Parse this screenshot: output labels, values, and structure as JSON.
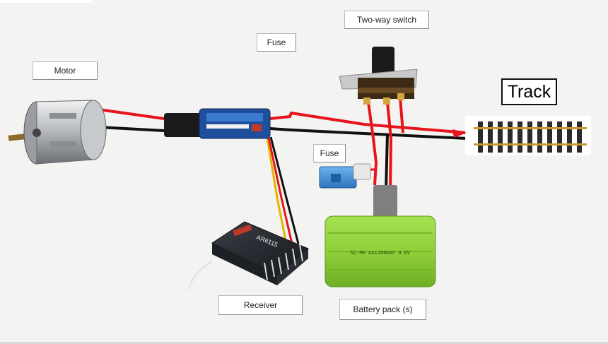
{
  "labels": {
    "motor": "Motor",
    "fuse_top": "Fuse",
    "switch": "Two-way switch",
    "track": "Track",
    "fuse_mid": "Fuse",
    "receiver": "Receiver",
    "battery": "Battery pack (s)"
  },
  "battery_text": "Ni-MH AA1200mAh 9.6V",
  "receiver_brand": "AR6115",
  "colors": {
    "wire_red": "#e8141c",
    "wire_black": "#111111",
    "wire_yellow": "#e2b400",
    "battery_green": "#8fd03a",
    "esc_blue": "#1f4f9c",
    "fuse_blue": "#3f8fd6",
    "receiver_body": "#2a2d33",
    "track_wood": "#2b2b2b",
    "track_rail": "#c79a2b"
  },
  "icons": [
    "motor-icon",
    "esc-icon",
    "switch-icon",
    "fuse-icon",
    "receiver-icon",
    "battery-icon",
    "track-icon"
  ]
}
